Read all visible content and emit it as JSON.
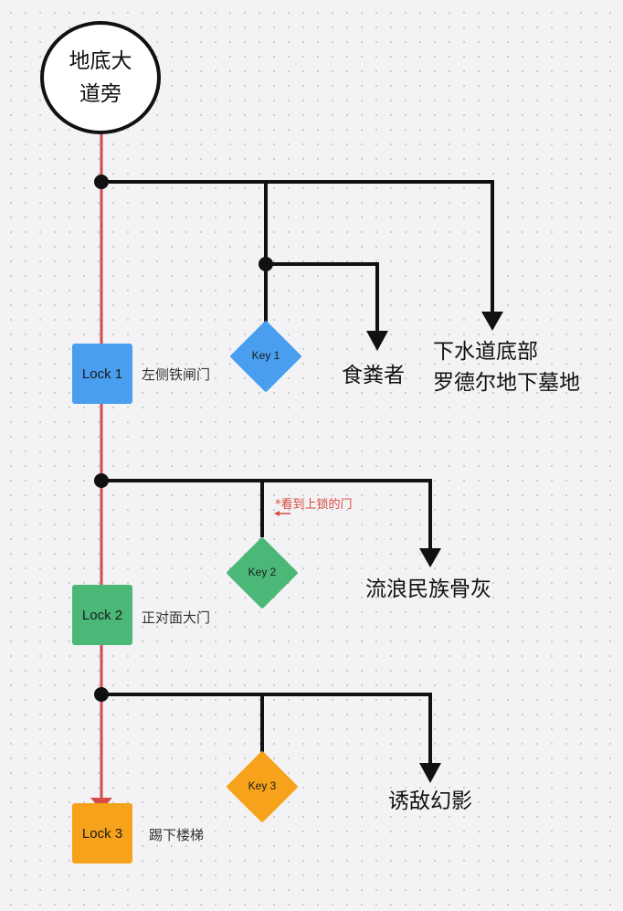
{
  "start": {
    "line1": "地底大",
    "line2": "道旁"
  },
  "locks": [
    {
      "label": "Lock 1",
      "caption": "左侧铁闸门",
      "color": "#4a9eef"
    },
    {
      "label": "Lock 2",
      "caption": "正对面大门",
      "color": "#4bb878"
    },
    {
      "label": "Lock 3",
      "caption": "踢下楼梯",
      "color": "#f6a21a"
    }
  ],
  "keys": [
    {
      "label": "Key 1",
      "color": "#4a9eef"
    },
    {
      "label": "Key 2",
      "color": "#4bb878"
    },
    {
      "label": "Key 3",
      "color": "#f6a21a"
    }
  ],
  "destinations": {
    "sewer_line1": "下水道底部",
    "sewer_line2": "罗德尔地下墓地",
    "ghoul": "食粪者",
    "ashes": "流浪民族骨灰",
    "phantom": "诱敌幻影"
  },
  "note": "*看到上锁的门",
  "colors": {
    "main_path": "#d64a4a",
    "branch": "#111111",
    "note": "#d94a3d"
  }
}
